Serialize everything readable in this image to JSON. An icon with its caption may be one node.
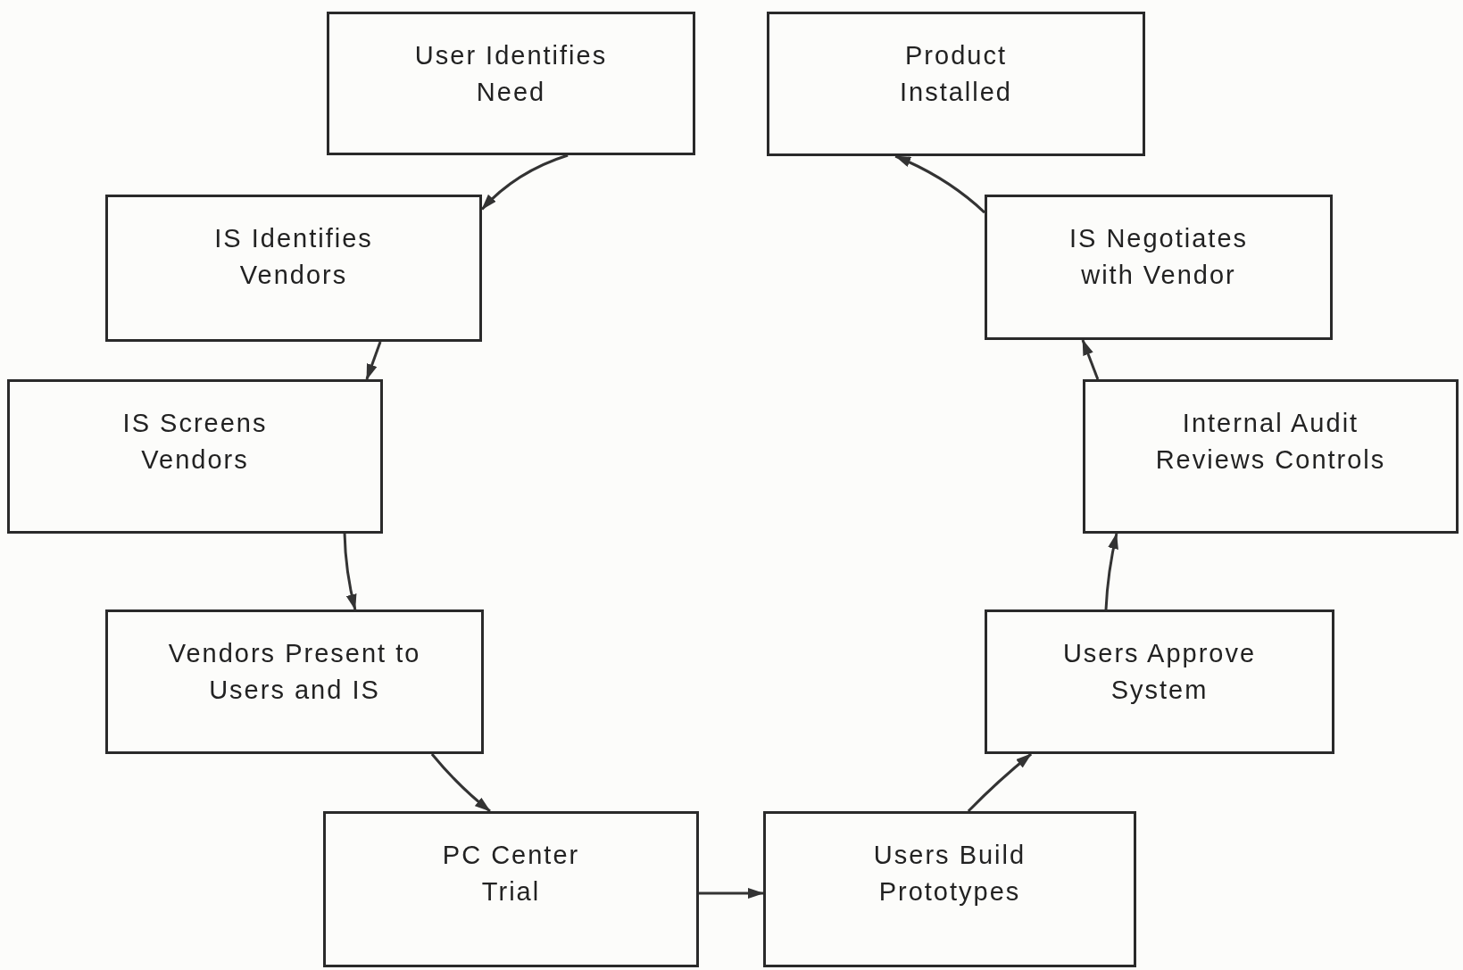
{
  "diagram": {
    "nodes": [
      {
        "text": [
          "User Identifies Need"
        ]
      },
      {
        "text": [
          "IS Identifies Vendors"
        ]
      },
      {
        "text": [
          "IS Screens Vendors"
        ]
      },
      {
        "text": [
          "Vendors Present to Users and IS"
        ]
      },
      {
        "text": [
          "PC Center Trial"
        ]
      },
      {
        "text": [
          "Users Build Prototypes"
        ]
      },
      {
        "text": [
          "Users Approve System"
        ]
      },
      {
        "text": [
          "Internal Audit Reviews Controls"
        ]
      },
      {
        "text": [
          "IS Negotiates with Vendor"
        ]
      },
      {
        "text": [
          "Product Installed"
        ]
      }
    ],
    "edges": [
      {
        "from": 0,
        "to": 1,
        "arrow": "to"
      },
      {
        "from": 1,
        "to": 2,
        "arrow": "to"
      },
      {
        "from": 2,
        "to": 3,
        "arrow": "to"
      },
      {
        "from": 3,
        "to": 4,
        "arrow": "to"
      },
      {
        "from": 4,
        "to": 5,
        "arrow": "to"
      },
      {
        "from": 5,
        "to": 6,
        "arrow": "to"
      },
      {
        "from": 6,
        "to": 7,
        "arrow": "to"
      },
      {
        "from": 7,
        "to": 8,
        "arrow": "to"
      },
      {
        "from": 8,
        "to": 9,
        "arrow": "to"
      }
    ]
  }
}
